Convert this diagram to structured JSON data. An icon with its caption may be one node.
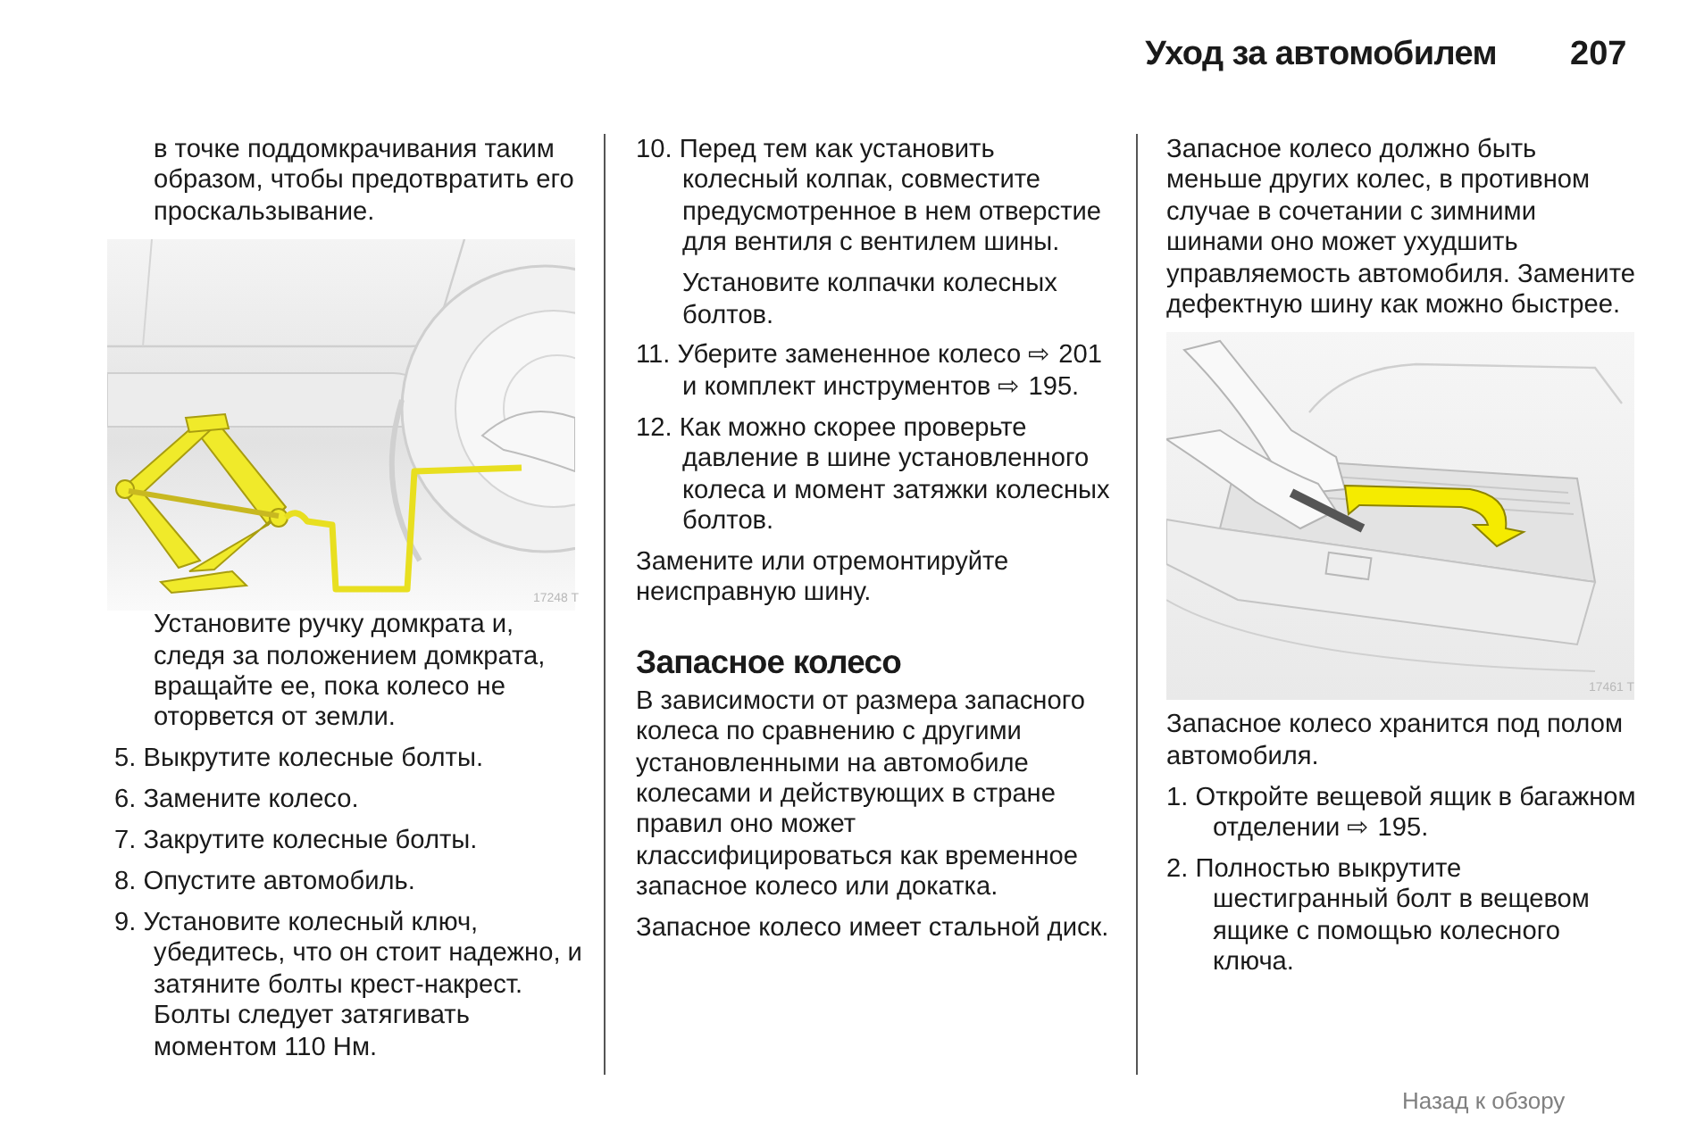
{
  "diagram": {
    "title": "Уход за автомобилем",
    "labels": [
      "207",
      "в точке поддомкрачивания таким образом, чтобы предотвратить его проскальзывание.",
      "17248 T",
      "Установите ручку домкрата и, следя за положением домкрата, вращайте ее, пока колесо не оторвется от земли.",
      "5. Выкрутите колесные болты.",
      "6. Замените колесо.",
      "7. Закрутите колесные болты.",
      "8. Опустите автомобиль.",
      "9. Установите колесный ключ, убедитесь, что он стоит надежно, и затяните болты крест-накрест. Болты следует затягивать моментом 110 Нм.",
      "10. Перед тем как установить колесный колпак, совместите предусмотренное в нем отверстие для вентиля с вентилем шины.",
      "Установите колпачки колесных болтов.",
      "11. Уберите замененное колесо ⇨ 201 и комплект инструментов ⇨ 195.",
      "12. Как можно скорее проверьте давление в шине установленного колеса и момент затяжки колесных болтов.",
      "Замените или отремонтируйте неисправную шину.",
      "Запасное колесо",
      "В зависимости от размера запасного колеса по сравнению с другими установленными на автомобиле колесами и действующих в стране правил оно может классифицироваться как временное запасное колесо или докатка.",
      "Запасное колесо имеет стальной диск.",
      "Запасное колесо должно быть меньше других колес, в противном случае в сочетании с зимними шинами оно может ухудшить управляемость автомобиля. Замените дефектную шину как можно быстрее.",
      "17461 T",
      "Запасное колесо хранится под полом автомобиля.",
      "1. Откройте вещевой ящик в багажном отделении ⇨ 195.",
      "2. Полностью выкрутите шестигранный болт в вещевом ящике с помощью колесного ключа.",
      "Назад к обзору"
    ]
  }
}
